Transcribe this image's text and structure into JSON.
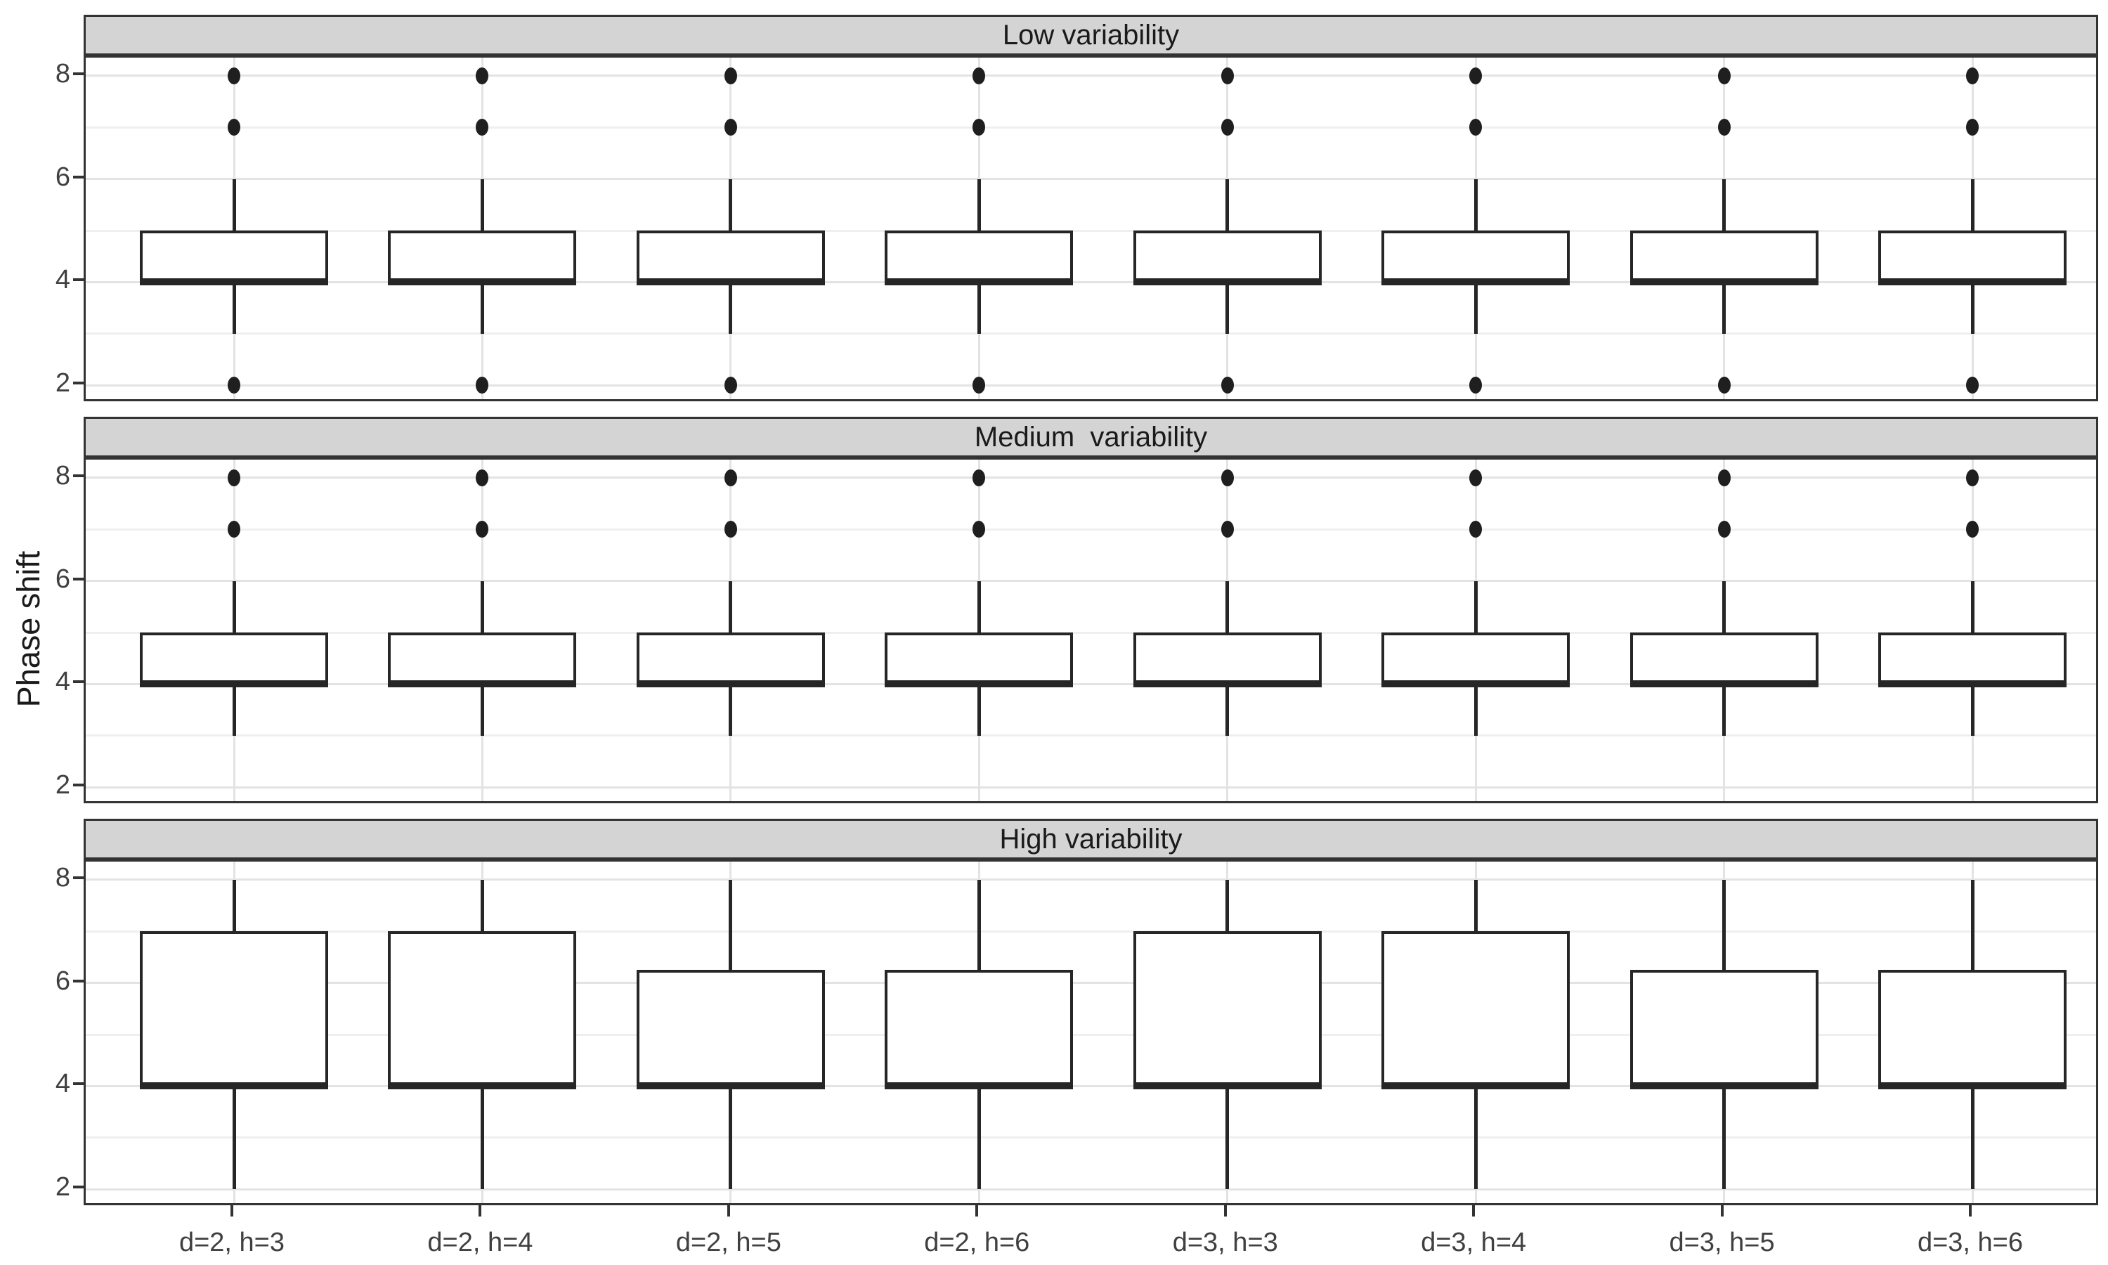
{
  "chart_data": {
    "type": "boxplot",
    "ylabel": "Phase shift",
    "ylim": [
      1.65,
      8.35
    ],
    "yticks": [
      8,
      6,
      4,
      2
    ],
    "minor_gridlines": [
      3,
      5,
      7
    ],
    "grid": true,
    "legend": "none",
    "categories": [
      "d=2, h=3",
      "d=2, h=4",
      "d=2, h=5",
      "d=2, h=6",
      "d=3, h=3",
      "d=3, h=4",
      "d=3, h=5",
      "d=3, h=6"
    ],
    "facets": [
      {
        "label": "Low variability",
        "boxes": [
          {
            "category": "d=2, h=3",
            "whisker_low": 3,
            "q1": 4,
            "median": 4,
            "q3": 5,
            "whisker_high": 6,
            "outliers": [
              2,
              7,
              8
            ]
          },
          {
            "category": "d=2, h=4",
            "whisker_low": 3,
            "q1": 4,
            "median": 4,
            "q3": 5,
            "whisker_high": 6,
            "outliers": [
              2,
              7,
              8
            ]
          },
          {
            "category": "d=2, h=5",
            "whisker_low": 3,
            "q1": 4,
            "median": 4,
            "q3": 5,
            "whisker_high": 6,
            "outliers": [
              2,
              7,
              8
            ]
          },
          {
            "category": "d=2, h=6",
            "whisker_low": 3,
            "q1": 4,
            "median": 4,
            "q3": 5,
            "whisker_high": 6,
            "outliers": [
              2,
              7,
              8
            ]
          },
          {
            "category": "d=3, h=3",
            "whisker_low": 3,
            "q1": 4,
            "median": 4,
            "q3": 5,
            "whisker_high": 6,
            "outliers": [
              2,
              7,
              8
            ]
          },
          {
            "category": "d=3, h=4",
            "whisker_low": 3,
            "q1": 4,
            "median": 4,
            "q3": 5,
            "whisker_high": 6,
            "outliers": [
              2,
              7,
              8
            ]
          },
          {
            "category": "d=3, h=5",
            "whisker_low": 3,
            "q1": 4,
            "median": 4,
            "q3": 5,
            "whisker_high": 6,
            "outliers": [
              2,
              7,
              8
            ]
          },
          {
            "category": "d=3, h=6",
            "whisker_low": 3,
            "q1": 4,
            "median": 4,
            "q3": 5,
            "whisker_high": 6,
            "outliers": [
              2,
              7,
              8
            ]
          }
        ]
      },
      {
        "label": "Medium  variability",
        "boxes": [
          {
            "category": "d=2, h=3",
            "whisker_low": 3,
            "q1": 4,
            "median": 4,
            "q3": 5,
            "whisker_high": 6,
            "outliers": [
              7,
              8
            ]
          },
          {
            "category": "d=2, h=4",
            "whisker_low": 3,
            "q1": 4,
            "median": 4,
            "q3": 5,
            "whisker_high": 6,
            "outliers": [
              7,
              8
            ]
          },
          {
            "category": "d=2, h=5",
            "whisker_low": 3,
            "q1": 4,
            "median": 4,
            "q3": 5,
            "whisker_high": 6,
            "outliers": [
              7,
              8
            ]
          },
          {
            "category": "d=2, h=6",
            "whisker_low": 3,
            "q1": 4,
            "median": 4,
            "q3": 5,
            "whisker_high": 6,
            "outliers": [
              7,
              8
            ]
          },
          {
            "category": "d=3, h=3",
            "whisker_low": 3,
            "q1": 4,
            "median": 4,
            "q3": 5,
            "whisker_high": 6,
            "outliers": [
              7,
              8
            ]
          },
          {
            "category": "d=3, h=4",
            "whisker_low": 3,
            "q1": 4,
            "median": 4,
            "q3": 5,
            "whisker_high": 6,
            "outliers": [
              7,
              8
            ]
          },
          {
            "category": "d=3, h=5",
            "whisker_low": 3,
            "q1": 4,
            "median": 4,
            "q3": 5,
            "whisker_high": 6,
            "outliers": [
              7,
              8
            ]
          },
          {
            "category": "d=3, h=6",
            "whisker_low": 3,
            "q1": 4,
            "median": 4,
            "q3": 5,
            "whisker_high": 6,
            "outliers": [
              7,
              8
            ]
          }
        ]
      },
      {
        "label": "High variability",
        "boxes": [
          {
            "category": "d=2, h=3",
            "whisker_low": 2,
            "q1": 4,
            "median": 4,
            "q3": 7,
            "whisker_high": 8,
            "outliers": []
          },
          {
            "category": "d=2, h=4",
            "whisker_low": 2,
            "q1": 4,
            "median": 4,
            "q3": 7,
            "whisker_high": 8,
            "outliers": []
          },
          {
            "category": "d=2, h=5",
            "whisker_low": 2,
            "q1": 4,
            "median": 4,
            "q3": 6.25,
            "whisker_high": 8,
            "outliers": []
          },
          {
            "category": "d=2, h=6",
            "whisker_low": 2,
            "q1": 4,
            "median": 4,
            "q3": 6.25,
            "whisker_high": 8,
            "outliers": []
          },
          {
            "category": "d=3, h=3",
            "whisker_low": 2,
            "q1": 4,
            "median": 4,
            "q3": 7,
            "whisker_high": 8,
            "outliers": []
          },
          {
            "category": "d=3, h=4",
            "whisker_low": 2,
            "q1": 4,
            "median": 4,
            "q3": 7,
            "whisker_high": 8,
            "outliers": []
          },
          {
            "category": "d=3, h=5",
            "whisker_low": 2,
            "q1": 4,
            "median": 4,
            "q3": 6.25,
            "whisker_high": 8,
            "outliers": []
          },
          {
            "category": "d=3, h=6",
            "whisker_low": 2,
            "q1": 4,
            "median": 4,
            "q3": 6.25,
            "whisker_high": 8,
            "outliers": []
          }
        ]
      }
    ],
    "style": {
      "strip_fill": "#d4d4d4",
      "panel_border": "#333333",
      "box_stroke": "#262626",
      "grid_major": "#e3e3e3",
      "grid_minor": "#efefef",
      "outlier_color": "#1f1f1f",
      "axis_text_color": "#404040",
      "strip_text_color": "#1a1a1a"
    }
  }
}
